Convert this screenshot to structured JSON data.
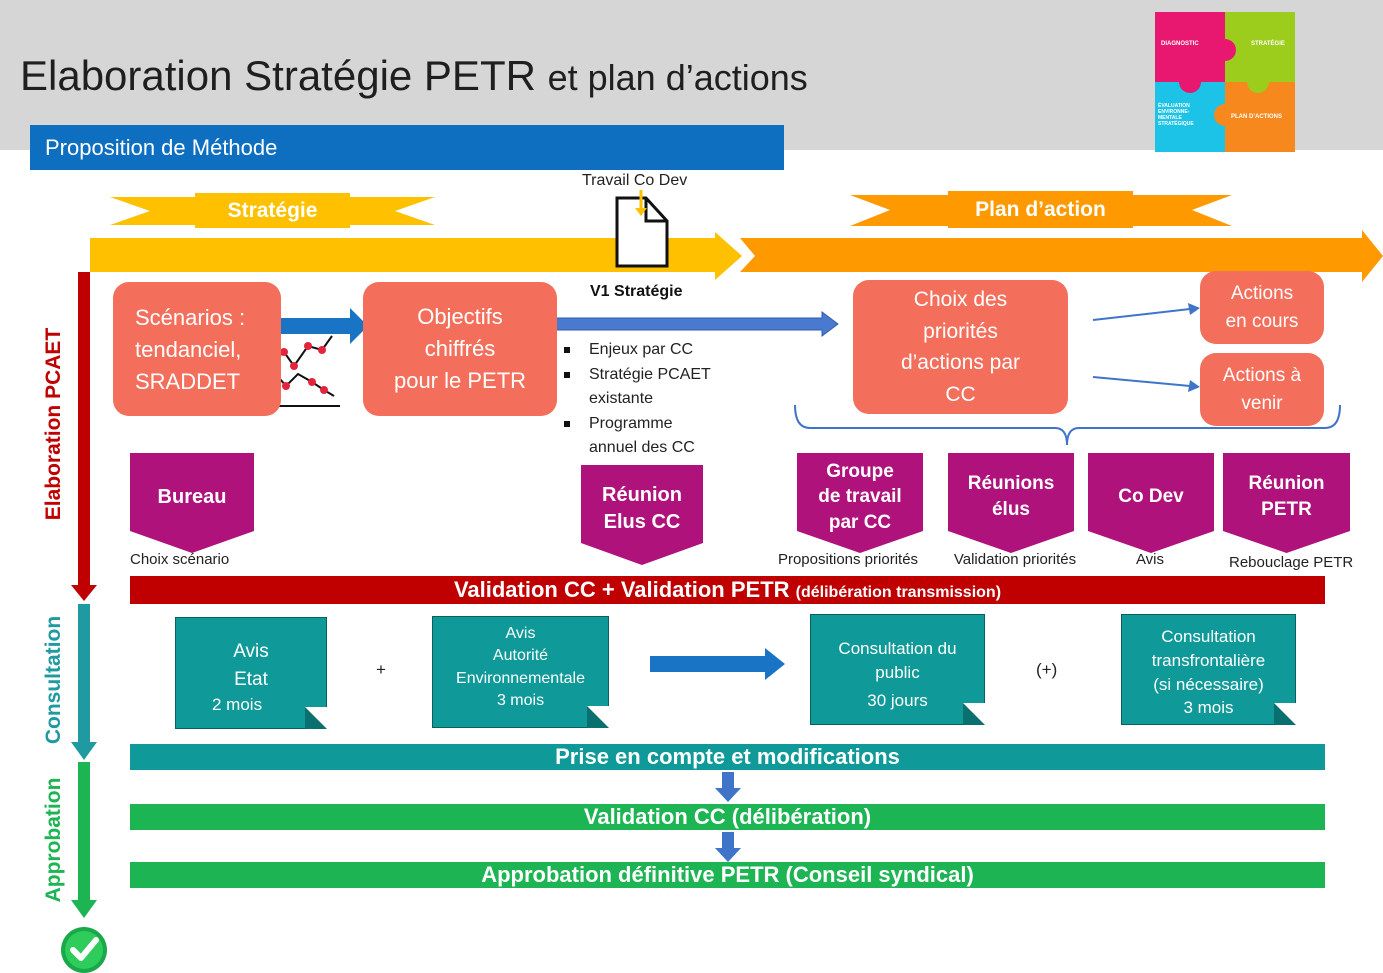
{
  "header": {
    "title_main": "Elaboration Stratégie PETR",
    "title_rest": "et plan d’actions",
    "subtitle": "Proposition de Méthode"
  },
  "puzzle": {
    "diagnostic": "DIAGNOSTIC",
    "strategie": "STRATÉGIE",
    "evaluation_lines": [
      "ÉVALUATION",
      "ENVIRONNE-",
      "MENTALE",
      "STRATÉGIQUE"
    ],
    "plan": "PLAN D’ACTIONS",
    "colors": {
      "diagnostic": "#e8176f",
      "strategie": "#9ccc1c",
      "evaluation": "#1cc3e6",
      "plan": "#f7881e"
    }
  },
  "timeline": {
    "strategie_label": "Stratégie",
    "plan_label": "Plan d’action",
    "travail_co_dev": "Travail Co Dev",
    "v1_strategie": "V1 Stratégie"
  },
  "steps": {
    "scenarios": [
      "Scénarios :",
      "tendanciel,",
      "SRADDET"
    ],
    "objectifs": [
      "Objectifs",
      "chiffrés",
      "pour le PETR"
    ],
    "choix": [
      "Choix des",
      "priorités",
      "d’actions par",
      "CC"
    ],
    "actions_en_cours": [
      "Actions",
      "en cours"
    ],
    "actions_a_venir": [
      "Actions à",
      "venir"
    ]
  },
  "bullets": [
    "Enjeux par CC",
    "Stratégie PCAET existante",
    "Programme annuel des CC"
  ],
  "meetings": [
    {
      "label": [
        "Bureau"
      ],
      "caption": "Choix scénario"
    },
    {
      "label": [
        "Réunion",
        "Elus CC"
      ],
      "caption": ""
    },
    {
      "label": [
        "Groupe",
        "de travail",
        "par CC"
      ],
      "caption": "Propositions priorités"
    },
    {
      "label": [
        "Réunions",
        "élus"
      ],
      "caption": "Validation priorités"
    },
    {
      "label": [
        "Co Dev"
      ],
      "caption": "Avis"
    },
    {
      "label": [
        "Réunion",
        "PETR"
      ],
      "caption": "Rebouclage PETR"
    }
  ],
  "bands": {
    "validation_main": "Validation CC + Validation PETR",
    "validation_small": "(délibération transmission)",
    "prise": "Prise en compte et modifications",
    "validation_cc": "Validation CC (délibération)",
    "approbation": "Approbation définitive PETR (Conseil syndical)"
  },
  "consultation_cards": [
    {
      "lines": [
        "Avis",
        "Etat"
      ],
      "duration": "2 mois"
    },
    {
      "lines": [
        "Avis",
        "Autorité",
        "Environnementale"
      ],
      "duration": "3 mois"
    },
    {
      "lines": [
        "Consultation du",
        "public"
      ],
      "duration": "30 jours"
    },
    {
      "lines": [
        "Consultation",
        "transfrontalière",
        "(si nécessaire)"
      ],
      "duration": "3 mois"
    }
  ],
  "operators": {
    "plus": "+",
    "plus_paren": "(+)"
  },
  "sidebar": {
    "elaboration": "Elaboration PCAET",
    "consultation": "Consultation",
    "approbation": "Approbation"
  },
  "colors": {
    "salmon": "#f36f5c",
    "magenta": "#b0127c",
    "red": "#c00000",
    "teal": "#0f9a99",
    "green": "#1db454",
    "blue": "#0e6fc1",
    "yellow": "#ffc000",
    "orange": "#ff9900"
  }
}
